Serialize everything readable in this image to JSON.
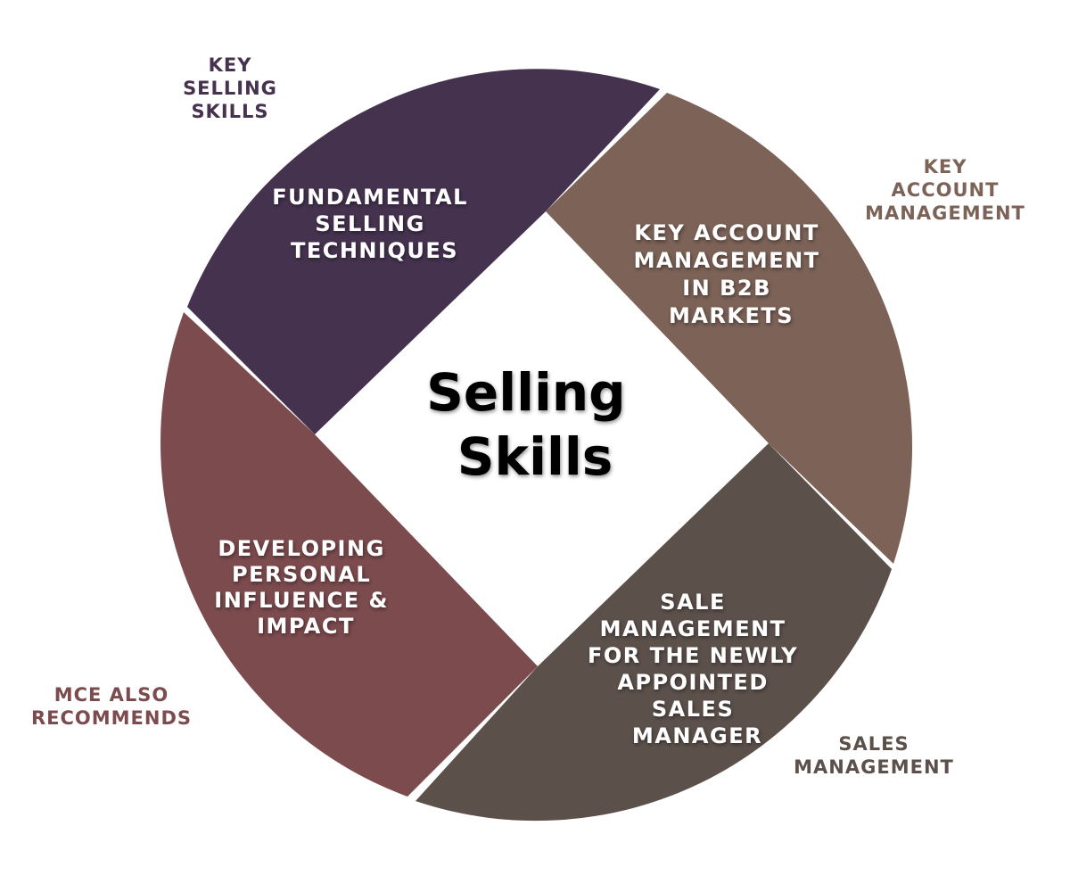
{
  "center": {
    "lines": [
      "Selling",
      "Skills"
    ]
  },
  "segments": [
    {
      "id": "purple",
      "color": "#45324F",
      "lines": [
        "FUNDAMENTAL",
        "SELLING",
        "TECHNIQUES"
      ]
    },
    {
      "id": "taupe",
      "color": "#7C6257",
      "lines": [
        "KEY ACCOUNT",
        "MANAGEMENT",
        "IN B2B",
        "MARKETS"
      ]
    },
    {
      "id": "brown",
      "color": "#5C504B",
      "lines": [
        "SALE",
        "MANAGEMENT",
        "FOR THE NEWLY",
        "APPOINTED",
        "SALES",
        "MANAGER"
      ]
    },
    {
      "id": "maroon",
      "color": "#7C4B4E",
      "lines": [
        "DEVELOPING",
        "PERSONAL",
        "INFLUENCE &",
        "IMPACT"
      ]
    }
  ],
  "outer_labels": [
    {
      "id": "key-selling-skills",
      "color": "#45324F",
      "lines": [
        "KEY",
        "SELLING",
        "SKILLS"
      ]
    },
    {
      "id": "key-account-management",
      "color": "#7C6257",
      "lines": [
        "KEY",
        "ACCOUNT",
        "MANAGEMENT"
      ]
    },
    {
      "id": "sales-management",
      "color": "#5C504B",
      "lines": [
        "SALES",
        "MANAGEMENT"
      ]
    },
    {
      "id": "mce-also-recommends",
      "color": "#7C4B4E",
      "lines": [
        "MCE ALSO",
        "RECOMMENDS"
      ]
    }
  ]
}
